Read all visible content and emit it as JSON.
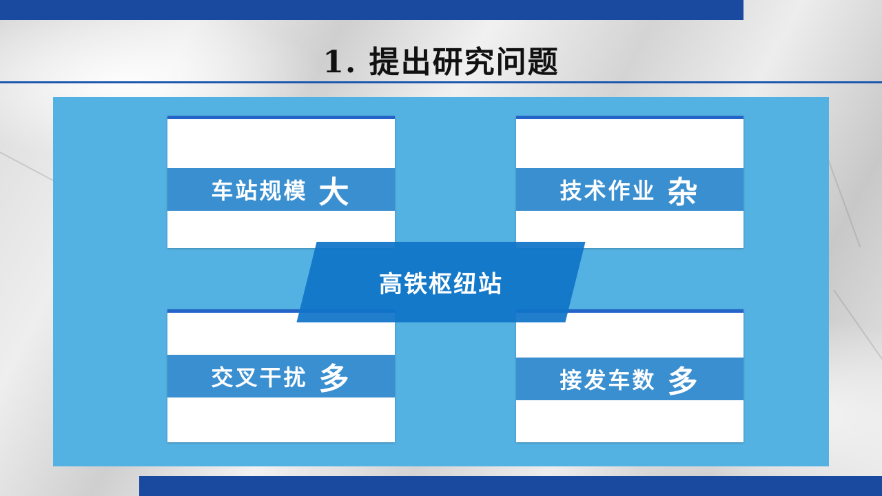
{
  "title": "1. 提出研究问题",
  "center_label": "高铁枢纽站",
  "cards": [
    {
      "label": "车站规模",
      "emphasis": "大"
    },
    {
      "label": "技术作业",
      "emphasis": "杂"
    },
    {
      "label": "交叉干扰",
      "emphasis": "多"
    },
    {
      "label": "接发车数",
      "emphasis": "多"
    }
  ],
  "colors": {
    "bar": "#1a4aa0",
    "panel": "#54b2e3",
    "band": "#3a8fd0",
    "center": "#1074c8",
    "card": "#ffffff"
  }
}
